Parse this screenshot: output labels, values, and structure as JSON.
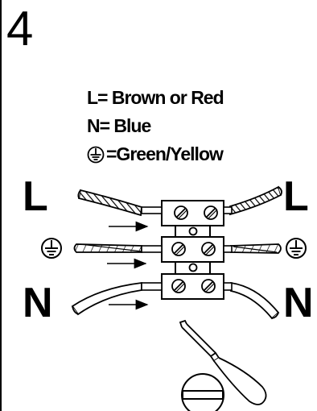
{
  "step": {
    "number": "4"
  },
  "legend": {
    "live": "L= Brown or Red",
    "neutral": "N= Blue",
    "earth": "=Green/Yellow"
  },
  "labels": {
    "live_left": "L",
    "live_right": "L",
    "neutral_left": "N",
    "neutral_right": "N"
  },
  "icons": {
    "earth": "earth-ground-icon",
    "screwdriver": "screwdriver-icon",
    "screw_head": "slotted-screw-head-icon"
  }
}
